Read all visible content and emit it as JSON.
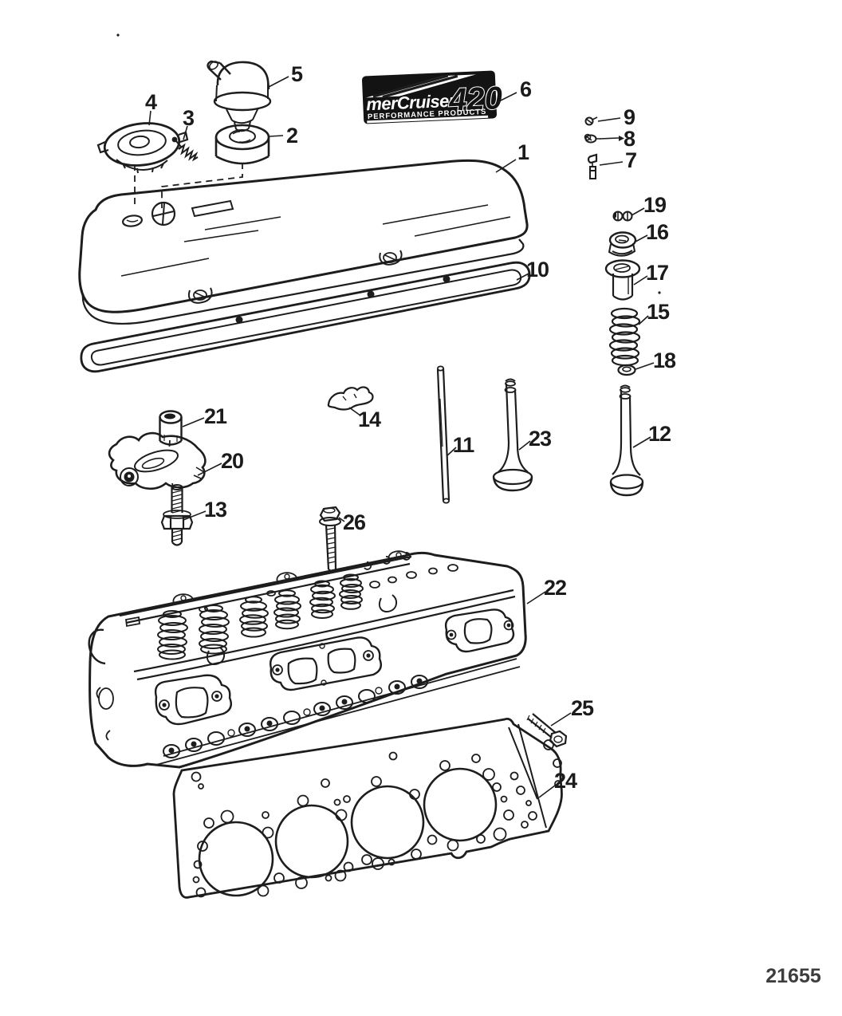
{
  "badge": {
    "brand": "merCruiser",
    "model": "420",
    "subtitle": "PERFORMANCE PRODUCTS"
  },
  "drawing_number": "21655",
  "callouts": [
    "1",
    "2",
    "3",
    "4",
    "5",
    "6",
    "7",
    "8",
    "9",
    "10",
    "11",
    "12",
    "13",
    "14",
    "15",
    "16",
    "17",
    "18",
    "19",
    "20",
    "21",
    "22",
    "23",
    "24",
    "25",
    "26"
  ]
}
